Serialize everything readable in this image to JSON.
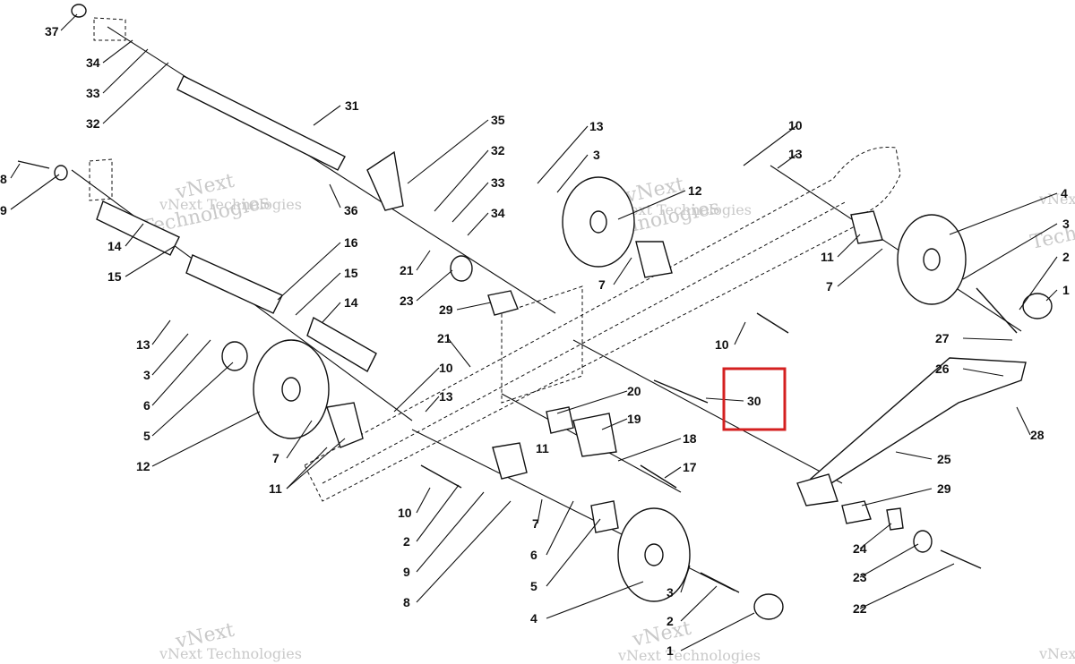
{
  "watermark": {
    "line1": "vNext Technologies",
    "big": "vNext",
    "big2": "Technologies"
  },
  "highlight": {
    "part": "30",
    "color": "#d42020"
  },
  "callouts": [
    {
      "n": "37"
    },
    {
      "n": "34"
    },
    {
      "n": "33"
    },
    {
      "n": "32"
    },
    {
      "n": "31"
    },
    {
      "n": "35"
    },
    {
      "n": "32"
    },
    {
      "n": "33"
    },
    {
      "n": "34"
    },
    {
      "n": "36"
    },
    {
      "n": "8"
    },
    {
      "n": "9"
    },
    {
      "n": "14"
    },
    {
      "n": "15"
    },
    {
      "n": "16"
    },
    {
      "n": "15"
    },
    {
      "n": "14"
    },
    {
      "n": "13"
    },
    {
      "n": "3"
    },
    {
      "n": "6"
    },
    {
      "n": "5"
    },
    {
      "n": "12"
    },
    {
      "n": "7"
    },
    {
      "n": "11"
    },
    {
      "n": "21"
    },
    {
      "n": "23"
    },
    {
      "n": "29"
    },
    {
      "n": "21"
    },
    {
      "n": "10"
    },
    {
      "n": "13"
    },
    {
      "n": "10"
    },
    {
      "n": "2"
    },
    {
      "n": "9"
    },
    {
      "n": "8"
    },
    {
      "n": "7"
    },
    {
      "n": "11"
    },
    {
      "n": "20"
    },
    {
      "n": "19"
    },
    {
      "n": "18"
    },
    {
      "n": "17"
    },
    {
      "n": "6"
    },
    {
      "n": "5"
    },
    {
      "n": "4"
    },
    {
      "n": "3"
    },
    {
      "n": "2"
    },
    {
      "n": "1"
    },
    {
      "n": "13"
    },
    {
      "n": "3"
    },
    {
      "n": "12"
    },
    {
      "n": "7"
    },
    {
      "n": "10"
    },
    {
      "n": "13"
    },
    {
      "n": "4"
    },
    {
      "n": "3"
    },
    {
      "n": "2"
    },
    {
      "n": "1"
    },
    {
      "n": "11"
    },
    {
      "n": "7"
    },
    {
      "n": "10"
    },
    {
      "n": "30"
    },
    {
      "n": "27"
    },
    {
      "n": "26"
    },
    {
      "n": "28"
    },
    {
      "n": "25"
    },
    {
      "n": "29"
    },
    {
      "n": "24"
    },
    {
      "n": "23"
    },
    {
      "n": "22"
    }
  ]
}
